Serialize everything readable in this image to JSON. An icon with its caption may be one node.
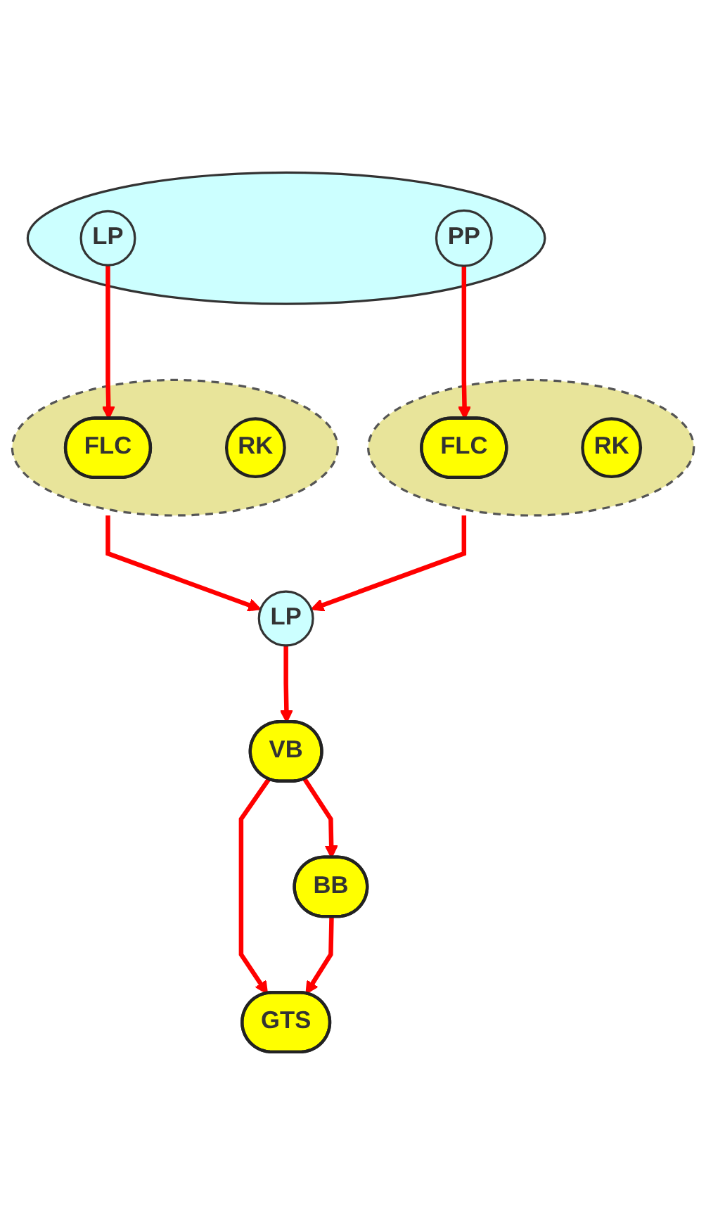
{
  "diagram": {
    "nodes": [
      {
        "text": [],
        "shape": "ellipse"
      },
      {
        "text": [
          "LP"
        ],
        "in": 0
      },
      {
        "text": [
          "PP"
        ],
        "in": 0
      },
      {
        "text": [],
        "shape": "circle"
      },
      {
        "text": [
          "FLC"
        ],
        "in": 3
      },
      {
        "text": [
          "RK"
        ],
        "in": 3
      },
      {
        "text": [],
        "shape": "circle"
      },
      {
        "text": [
          "FLC"
        ],
        "in": 6
      },
      {
        "text": [
          "RK"
        ],
        "in": 6
      },
      {
        "text": [
          "LP"
        ]
      },
      {
        "text": [
          "VB"
        ]
      },
      {
        "text": [
          "GTS"
        ]
      },
      {
        "text": [
          "BB"
        ]
      }
    ],
    "edges": [
      {
        "from": 1,
        "to": 4,
        "arrow": "to"
      },
      {
        "from": 2,
        "to": 7,
        "arrow": "to"
      },
      {
        "from": 3,
        "to": 9,
        "arrow": "to"
      },
      {
        "from": 6,
        "to": 9,
        "arrow": "to"
      },
      {
        "from": 9,
        "to": 10,
        "arrow": "to"
      },
      {
        "from": 10,
        "to": 11,
        "arrow": "to"
      },
      {
        "from": 10,
        "to": 12,
        "arrow": "to"
      },
      {
        "from": 12,
        "to": 11,
        "arrow": "to"
      }
    ]
  }
}
